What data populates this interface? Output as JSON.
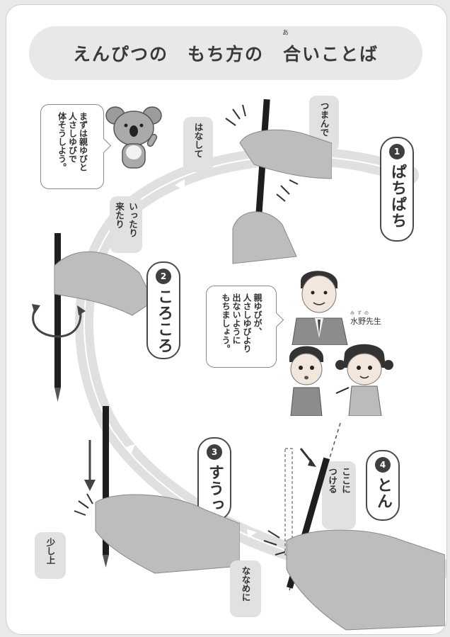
{
  "title": "えんぴつの　もち方の　合いことば",
  "title_ruby": "あ",
  "koala_bubble": [
    "まずは親ゆびと",
    "人さしゆびで",
    "体そうしよう。"
  ],
  "teacher_bubble": [
    "親ゆびが、",
    "人さしゆびより",
    "出ないように",
    "もちましょう。"
  ],
  "teacher_name": "水野先生",
  "teacher_name_ruby": "みずの",
  "steps": [
    {
      "number": "1",
      "label": "ぱちぱち"
    },
    {
      "number": "2",
      "label": "ころころ"
    },
    {
      "number": "3",
      "label": "すうっ"
    },
    {
      "number": "4",
      "label": "とん"
    }
  ],
  "callouts": {
    "tsumande": "つまんで",
    "hanashite": "はなして",
    "ittari_kitari": [
      "いったり",
      "来たり"
    ],
    "sukoshi_ue": "少し上",
    "koko_ni_tsukeru": [
      "ここに",
      "つける"
    ],
    "naname_ni": "ななめに"
  },
  "colors": {
    "loop": "#e0e0e0",
    "pill": "#e8e8e8",
    "ink": "#333333"
  }
}
